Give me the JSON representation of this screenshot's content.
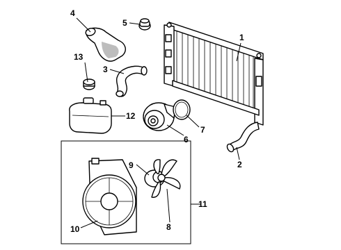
{
  "callouts": {
    "c1": "1",
    "c2": "2",
    "c3": "3",
    "c4": "4",
    "c5": "5",
    "c6": "6",
    "c7": "7",
    "c8": "8",
    "c9": "9",
    "c10": "10",
    "c11": "11",
    "c12": "12",
    "c13": "13"
  },
  "parts": [
    {
      "callout": "1",
      "icon": "radiator-icon"
    },
    {
      "callout": "2",
      "icon": "lower-hose-icon"
    },
    {
      "callout": "3",
      "icon": "upper-hose-icon"
    },
    {
      "callout": "4",
      "icon": "thermostat-housing-icon"
    },
    {
      "callout": "5",
      "icon": "thermostat-icon"
    },
    {
      "callout": "6",
      "icon": "water-pump-icon"
    },
    {
      "callout": "7",
      "icon": "gasket-icon"
    },
    {
      "callout": "8",
      "icon": "fan-blade-icon"
    },
    {
      "callout": "9",
      "icon": "fan-motor-icon"
    },
    {
      "callout": "10",
      "icon": "fan-shroud-icon"
    },
    {
      "callout": "11",
      "icon": "fan-assembly-bracket"
    },
    {
      "callout": "12",
      "icon": "reservoir-icon"
    },
    {
      "callout": "13",
      "icon": "cap-icon"
    }
  ]
}
